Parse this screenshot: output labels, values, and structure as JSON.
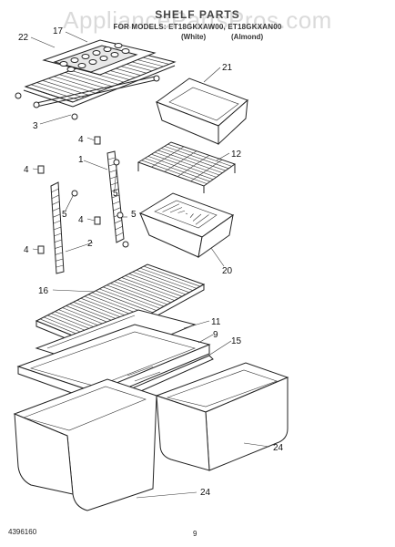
{
  "watermark": "AppliancePartsPros.com",
  "header": {
    "title": "SHELF PARTS",
    "model_line": "FOR MODELS: ET18GKXAW00, ET18GKXAN00",
    "variant_white": "(White)",
    "variant_almond": "(Almond)"
  },
  "callouts": {
    "c22": "22",
    "c17": "17",
    "c21": "21",
    "c3": "3",
    "c4a": "4",
    "c1": "1",
    "c12": "12",
    "c4b": "4",
    "c5a": "5",
    "c5b": "5",
    "c4c": "4",
    "c5c": "5",
    "c2": "2",
    "c4d": "4",
    "c20": "20",
    "c16": "16",
    "c11": "11",
    "c9": "9",
    "c15": "15",
    "c24a": "24",
    "c24b": "24"
  },
  "footer": {
    "doc_number": "4396160",
    "page_number": "9"
  }
}
